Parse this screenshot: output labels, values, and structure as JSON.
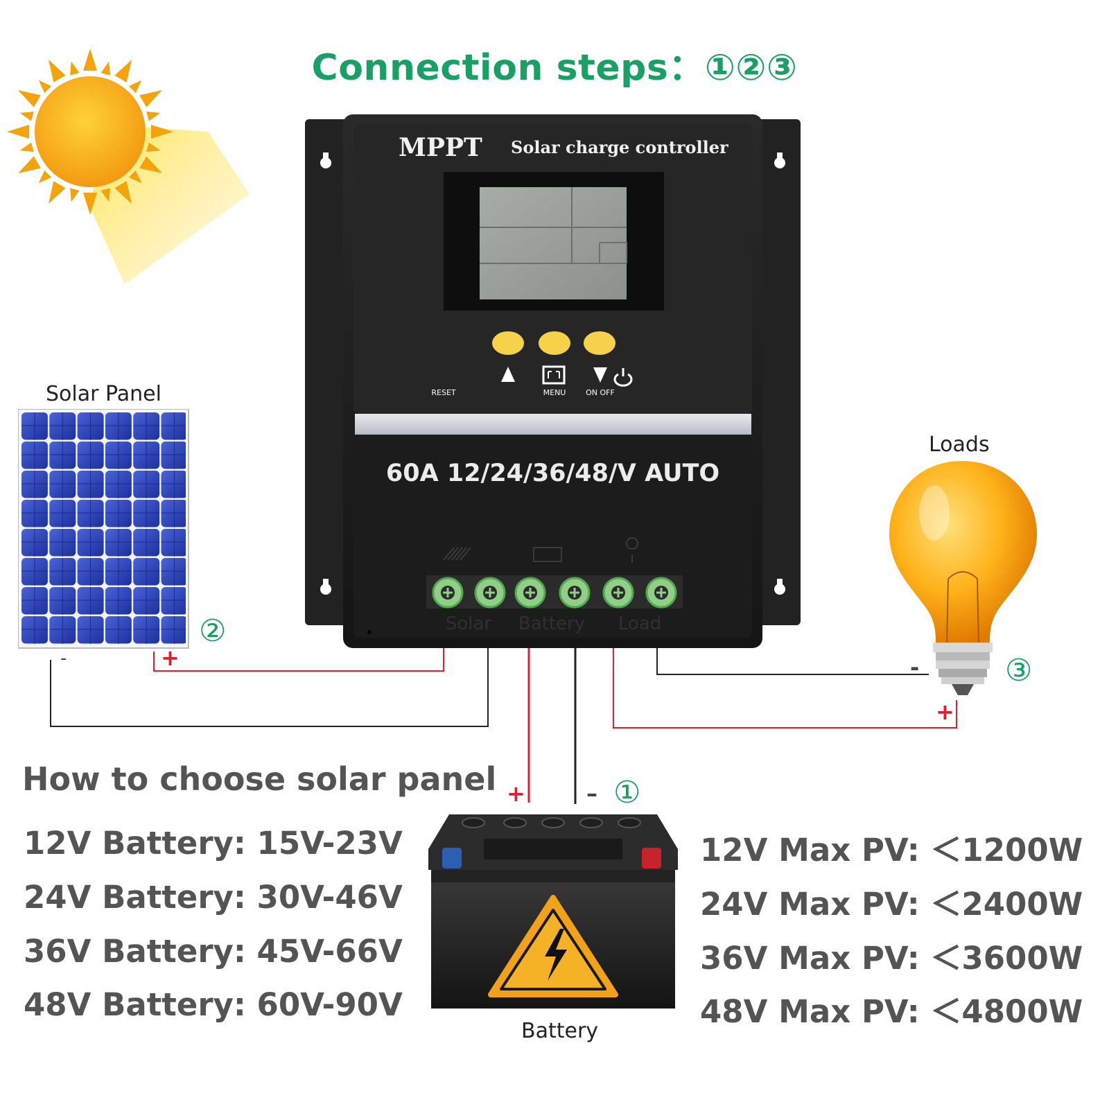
{
  "title": "Connection steps：①②③",
  "controller": {
    "brand": "MPPT",
    "subtitle": "Solar charge controller",
    "rating": "60A 12/24/36/48/V AUTO",
    "buttons": [
      {
        "label": "RESET",
        "symbol": "▲"
      },
      {
        "label": "MENU",
        "symbol": "menu"
      },
      {
        "label": "ON OFF",
        "symbol": "▼"
      }
    ],
    "terminal_labels": [
      "Solar",
      "Battery",
      "Load"
    ]
  },
  "components": {
    "solar_panel": "Solar Panel",
    "loads": "Loads",
    "battery": "Battery"
  },
  "steps": {
    "battery": "①",
    "solar": "②",
    "load": "③"
  },
  "signs": {
    "plus": "+",
    "minus": "-",
    "minus_long": "–"
  },
  "guide": {
    "heading": "How to choose solar panel",
    "battery_ranges": [
      "12V Battery: 15V-23V",
      "24V Battery: 30V-46V",
      "36V Battery: 45V-66V",
      "48V Battery: 60V-90V"
    ],
    "max_pv": [
      "12V Max PV: ＜1200W",
      "24V Max PV: ＜2400W",
      "36V Max PV: ＜3600W",
      "48V Max PV: ＜4800W"
    ]
  },
  "colors": {
    "accent_green": "#1aa067",
    "wire_positive": "#e01e2d",
    "wire_negative": "#222222",
    "controller_body": "#1f1f1f",
    "button_yellow": "#f5d24a",
    "terminal_green": "#8fcf86"
  }
}
